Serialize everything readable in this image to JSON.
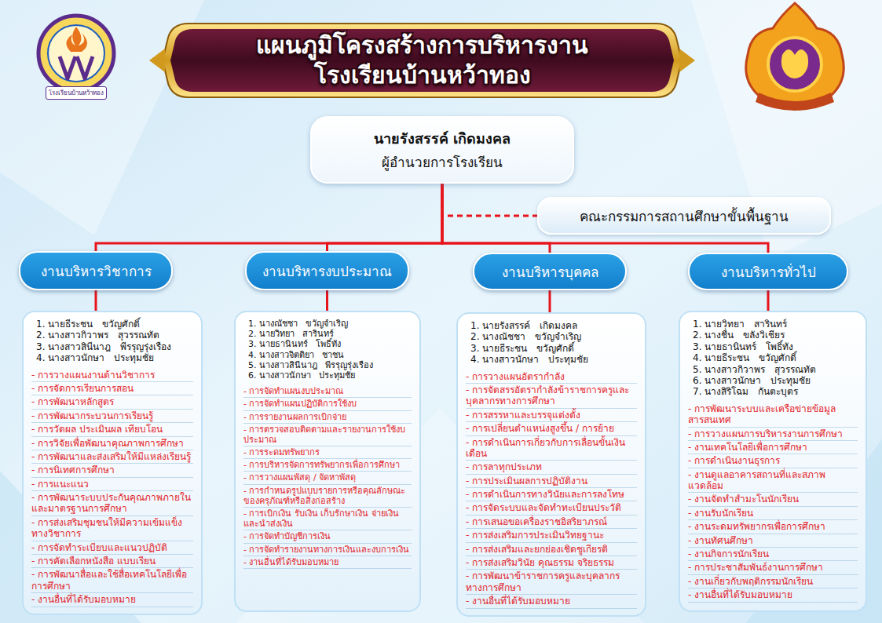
{
  "diagram": {
    "title": "แผนภูมิโครงสร้างการบริหารงาน โรงเรียนบ้านหว้าทอง",
    "nodes": [
      {
        "text": [
          "นายรังสรรค์  เกิดมงคล",
          "ผู้อำนวยการโรงเรียน"
        ]
      },
      {
        "text": [
          "คณะกรรมการสถานศึกษาขั้นพื้นฐาน"
        ]
      },
      {
        "text": [
          "งานบริหารวิชาการ"
        ]
      },
      {
        "text": [
          "1. นายธีระชน   ขวัญศักดิ์",
          "2. นางสาวกิวาพร   สุวรรณทัต",
          "3. นางสาวสินีนาฎ   พีรรุญรุ่งเรือง",
          "4. นางสาวนักษา   ประทุมชัย",
          "- การวางแผนงานด้านวิชาการ",
          "- การจัดการเรียนการสอน",
          "- การพัฒนาหลักสูตร",
          "- การพัฒนากระบวนการเรียนรู้",
          "- การวัดผล ประเมินผล เทียบโอน",
          "- การวิจัยเพื่อพัฒนาคุณภาพการศึกษา",
          "- การพัฒนาและส่งเสริมให้มีแหล่งเรียนรู้",
          "- การนิเทศการศึกษา",
          "- การแนะแนว",
          "- การพัฒนาระบบประกันคุณภาพภายในและมาตรฐานการศึกษา",
          "- การส่งเสริมชุมชนให้มีความเข้มแข็งทางวิชาการ",
          "- การจัดทำระเบียบและแนวปฏิบัติ",
          "- การคัดเลือกหนังสือ แบบเรียน",
          "- การพัฒนาสื่อและใช้สื่อเทคโนโลยีเพื่อการศึกษา",
          "- งานอื่นที่ได้รับมอบหมาย"
        ]
      },
      {
        "text": [
          "งานบริหารงบประมาณ"
        ]
      },
      {
        "text": [
          "1. นางณัชชา   ขวัญจำเริญ",
          "2. นายวิทยา   สารินทร์",
          "3. นายธานินทร์   โพธิ์ทัง",
          "4. นางสาวจิตติยา   ชาชน",
          "5. นางสาวสินีนาฎ   พีรรุญรุ่งเรือง",
          "6. นางสาวนักษา   ประทุมชัย",
          "- การจัดทำแผนงบประมาณ",
          "- การจัดทำแผนปฏิบัติการใช้งบ",
          "- การรายงานผลการเบิกจ่าย",
          "- การตรวจสอบติดตามและรายงานการใช้งบประมาณ",
          "- การระดมทรัพยากร",
          "- การบริหารจัดการทรัพยากรเพื่อการศึกษา",
          "- การวางแผนพัสดุ / จัดหาพัสดุ",
          "- การกำหนดรูปแบบรายการหรือคุณลักษณะของครุภัณฑ์หรือสิ่งก่อสร้าง",
          "- การเบิกเงิน รับเงิน เก็บรักษาเงิน จ่ายเงิน และนำส่งเงิน",
          "- การจัดทำบัญชีการเงิน",
          "- การจัดทำรายงานทางการเงินและงบการเงิน",
          "- งานอื่นที่ได้รับมอบหมาย"
        ]
      },
      {
        "text": [
          "งานบริหารบุคคล"
        ]
      },
      {
        "text": [
          "1. นายรังสรรค์   เกิดมงคล",
          "2. นางณัชชา   ขวัญจำเริญ",
          "3. นายธีระชน   ขวัญศักดิ์",
          "4. นางสาวนักษา   ประทุมชัย",
          "- การวางแผนอัตรากำลัง",
          "- การจัดสรรอัตรากำลังข้าราชการครูและบุคลากรทางการศึกษา",
          "- การสรรหาและบรรจุแต่งตั้ง",
          "- การเปลี่ยนตำแหน่งสูงขึ้น / การย้าย",
          "- การดำเนินการเกี่ยวกับการเลื่อนขั้นเงินเดือน",
          "- การลาทุกประเภท",
          "- การประเมินผลการปฏิบัติงาน",
          "- การดำเนินการทางวินัยและการลงโทษ",
          "- การจัดระบบและจัดทำทะเบียนประวัติ",
          "- การเสนอขอเครื่องราชอิสริยาภรณ์",
          "- การส่งเสริมการประเมินวิทยฐานะ",
          "- การส่งเสริมและยกย่องเชิดชูเกียรติ",
          "- การส่งเสริมวินัย คุณธรรม จริยธรรม",
          "- การพัฒนาข้าราชการครูและบุคลากรทางการศึกษา",
          "- งานอื่นที่ได้รับมอบหมาย"
        ]
      },
      {
        "text": [
          "งานบริหารทั่วไป"
        ]
      },
      {
        "text": [
          "1. นายวิทยา   สารินทร์",
          "2. นางชื่น   ขลังวิเชียร",
          "3. นายธานินทร์   โพธิ์ทัง",
          "4. นายธีระชน   ขวัญศักดิ์",
          "5. นางสาวกิวาพร   สุวรรณทัต",
          "6. นางสาวนักษา   ประทุมชัย",
          "7. นางสิริโฉม   กันตะบุตร",
          "- การพัฒนาระบบและเครือข่ายข้อมูลสารสนเทศ",
          "- การวางแผนการบริหารงานการศึกษา",
          "- งานเทคโนโลยีเพื่อการศึกษา",
          "- การดำเนินงานธุรการ",
          "- งานดูแลอาคารสถานที่และสภาพแวดล้อม",
          "- งานจัดทำสำมะโนนักเรียน",
          "- งานรับนักเรียน",
          "- งานระดมทรัพยากรเพื่อการศึกษา",
          "- งานทัศนศึกษา",
          "- งานกิจการนักเรียน",
          "- การประชาสัมพันธ์งานการศึกษา",
          "- งานเกี่ยวกับพฤติกรรมนักเรียน",
          "- งานอื่นที่ได้รับมอบหมาย"
        ]
      }
    ],
    "edges": [
      {
        "from": 0,
        "to": 1,
        "arrow": "none"
      },
      {
        "from": 0,
        "to": 2,
        "arrow": "none"
      },
      {
        "from": 0,
        "to": 4,
        "arrow": "none"
      },
      {
        "from": 0,
        "to": 6,
        "arrow": "none"
      },
      {
        "from": 0,
        "to": 8,
        "arrow": "none"
      },
      {
        "from": 2,
        "to": 3,
        "arrow": "none"
      },
      {
        "from": 4,
        "to": 5,
        "arrow": "none"
      },
      {
        "from": 6,
        "to": 7,
        "arrow": "none"
      },
      {
        "from": 8,
        "to": 9,
        "arrow": "none"
      }
    ],
    "labels": [
      "โรงเรียนบ้านหว้าทอง"
    ]
  }
}
